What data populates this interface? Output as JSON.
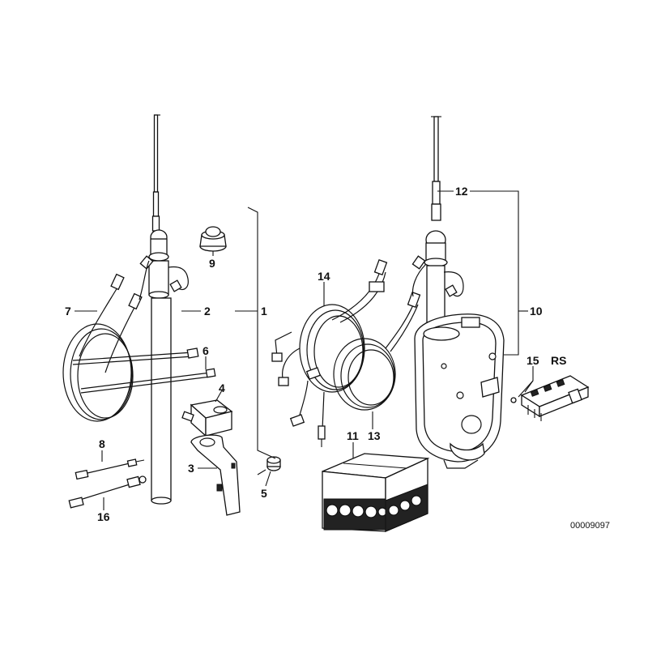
{
  "callouts": {
    "c1": "1",
    "c2": "2",
    "c3": "3",
    "c4": "4",
    "c5": "5",
    "c6": "6",
    "c7": "7",
    "c8": "8",
    "c9": "9",
    "c10": "10",
    "c11": "11",
    "c12": "12",
    "c13": "13",
    "c14": "14",
    "c15": "15",
    "c16": "16",
    "rs": "RS"
  },
  "image_code": "00009097"
}
